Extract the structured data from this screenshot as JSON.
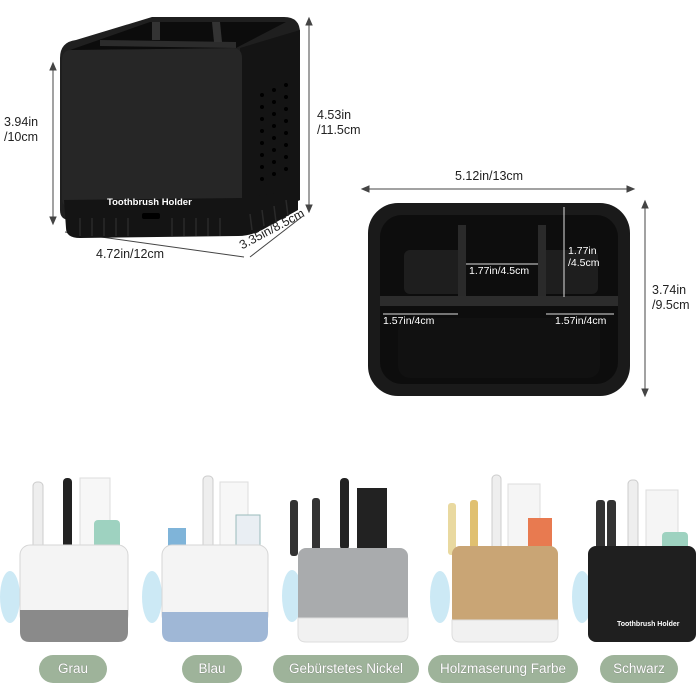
{
  "dimensions": {
    "front_height": "3.94in\n/10cm",
    "back_height": "4.53in\n/11.5cm",
    "width": "4.72in/12cm",
    "depth": "3.35in/8.5cm",
    "top_width": "5.12in/13cm",
    "top_depth": "3.74in\n/9.5cm",
    "compartment_width": "1.77in/4.5cm",
    "compartment_depth": "1.77in\n/4.5cm",
    "left_section": "1.57in/4cm",
    "right_section": "1.57in/4cm"
  },
  "product_label": "Toothbrush Holder",
  "variants": [
    {
      "name": "Grau",
      "body_color": "#f4f4f4",
      "base_color": "#8a8a8a"
    },
    {
      "name": "Blau",
      "body_color": "#f4f4f4",
      "base_color": "#9fb7d6"
    },
    {
      "name": "Gebürstetes Nickel",
      "body_color": "#a9abad",
      "base_color": "#f1f1f1"
    },
    {
      "name": "Holzmaserung Farbe",
      "body_color": "#c9a575",
      "base_color": "#f1f1f1"
    },
    {
      "name": "Schwarz",
      "body_color": "#1f1f1f",
      "base_color": "#1f1f1f"
    }
  ],
  "variant_product_label": "Toothbrush Holder",
  "colors": {
    "product_black": "#1c1c1c",
    "label_pill": "#9eb39a"
  }
}
